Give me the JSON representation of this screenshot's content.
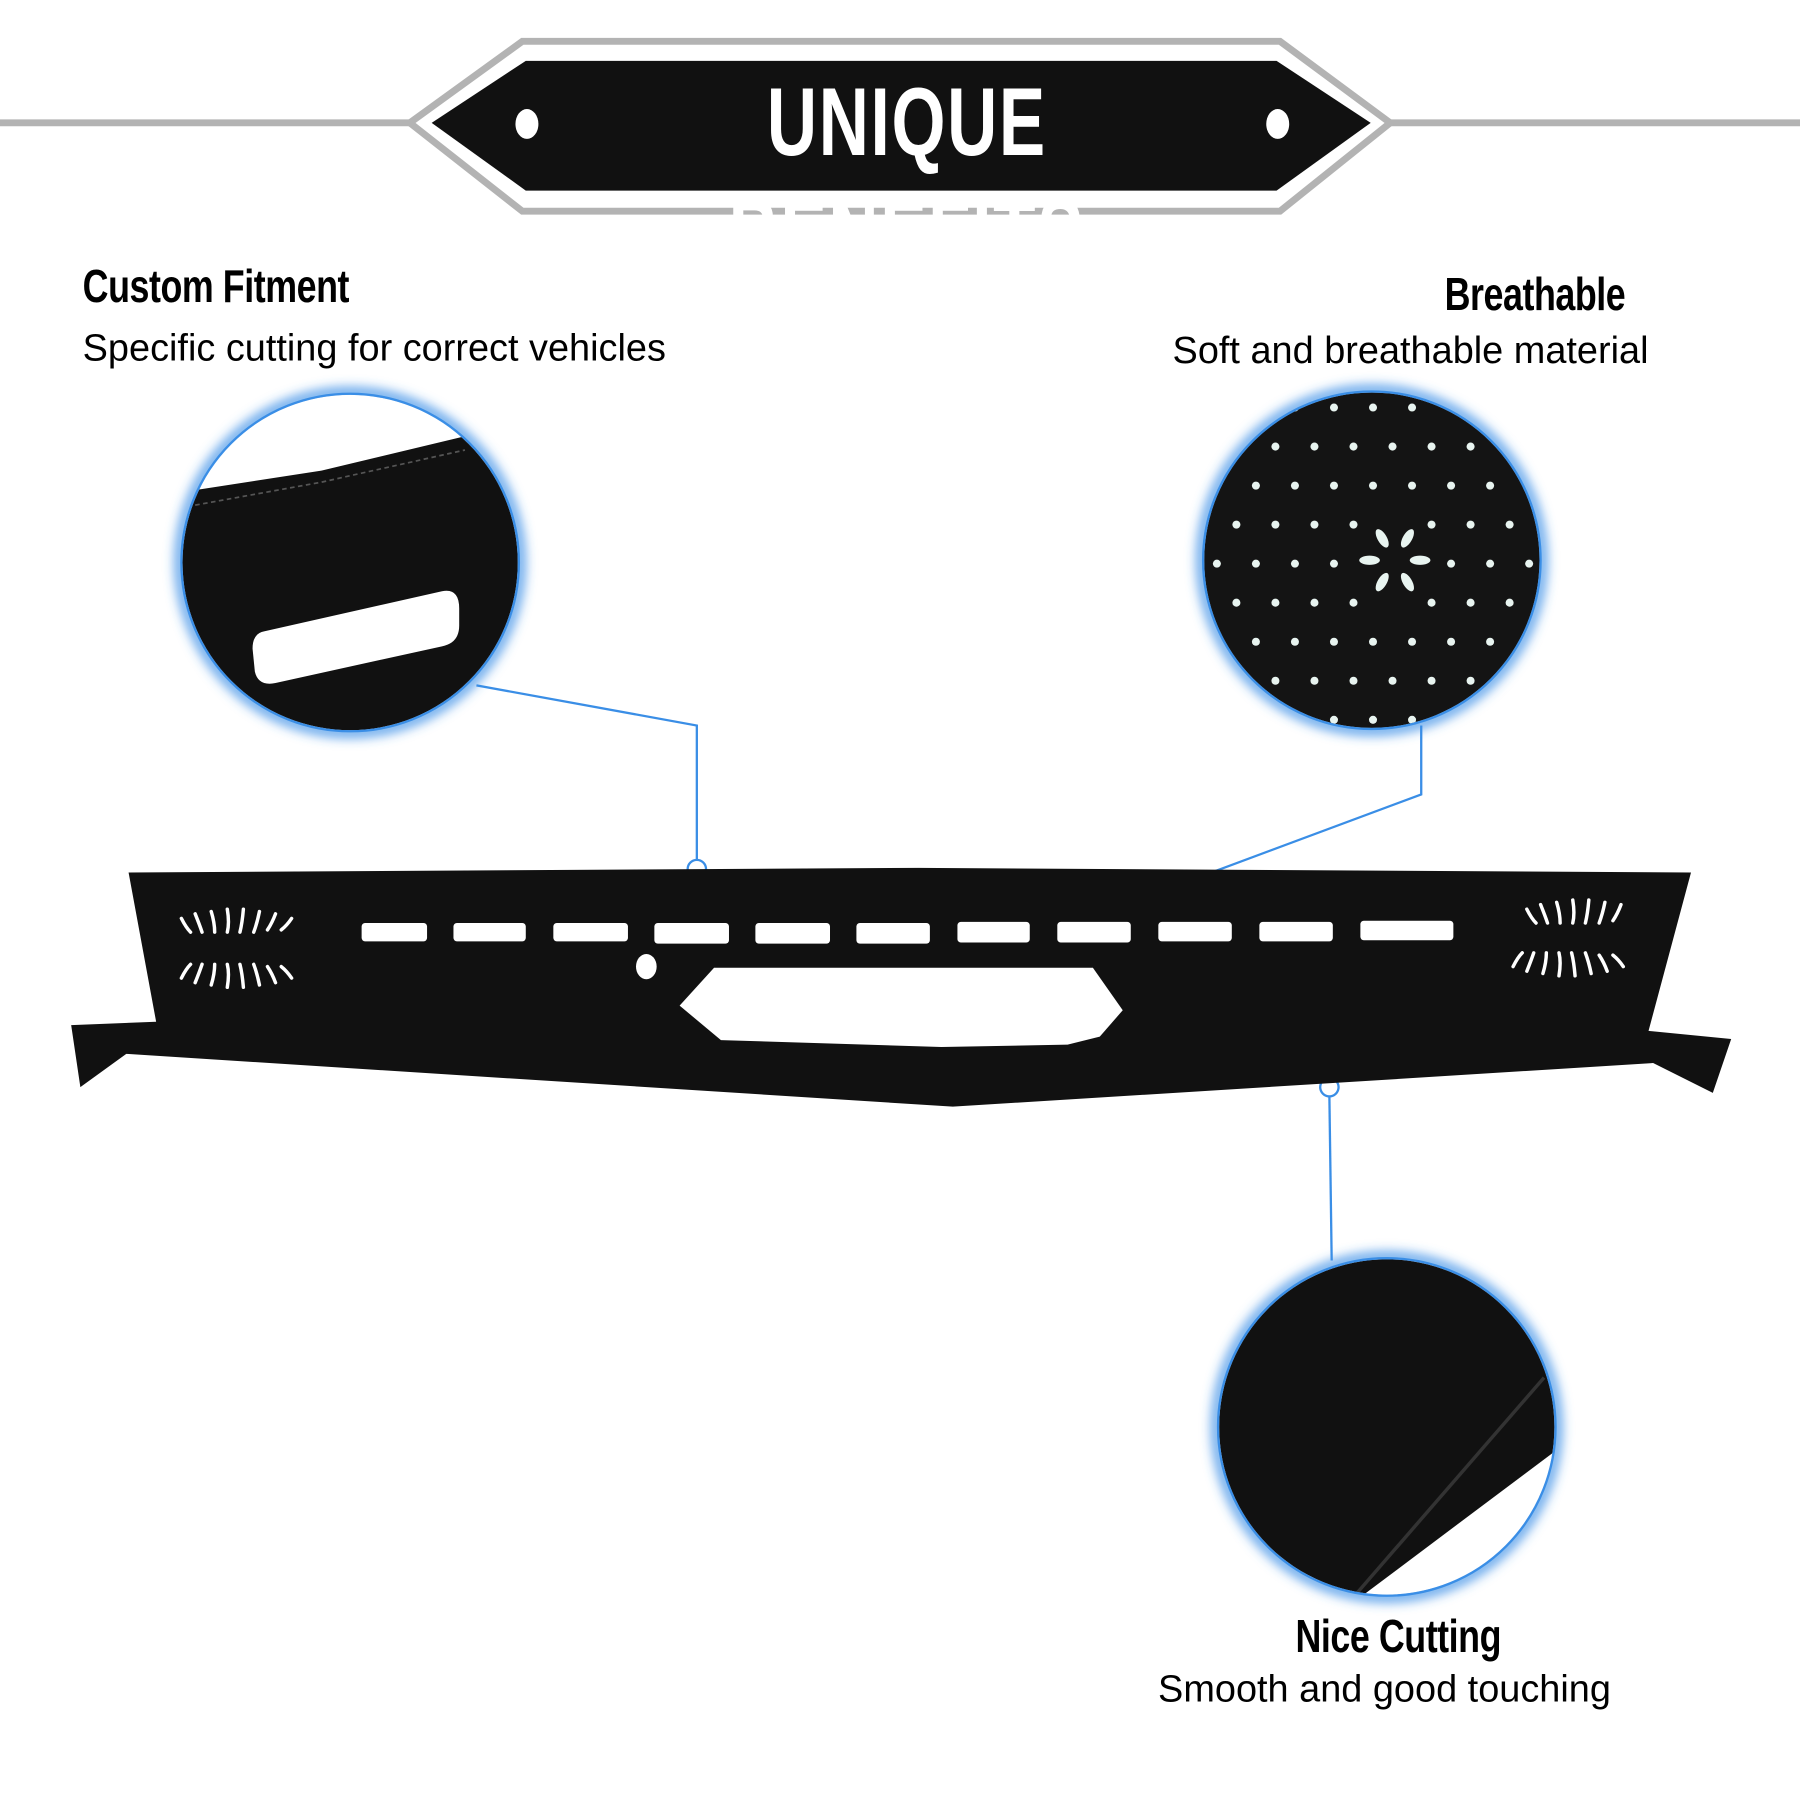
{
  "banner": {
    "title": "UNIQUE BENEFITS"
  },
  "features": [
    {
      "title": "Custom Fitment",
      "description": "Specific cutting for correct vehicles",
      "icon": "cutout-detail-zoom"
    },
    {
      "title": "Breathable",
      "description": "Soft and breathable material",
      "icon": "perforated-material-zoom"
    },
    {
      "title": "Nice Cutting",
      "description": "Smooth and good touching",
      "icon": "edge-detail-zoom"
    }
  ],
  "colors": {
    "accent": "#3a8ee6",
    "mat": "#111111",
    "rule": "#b3b3b3"
  }
}
